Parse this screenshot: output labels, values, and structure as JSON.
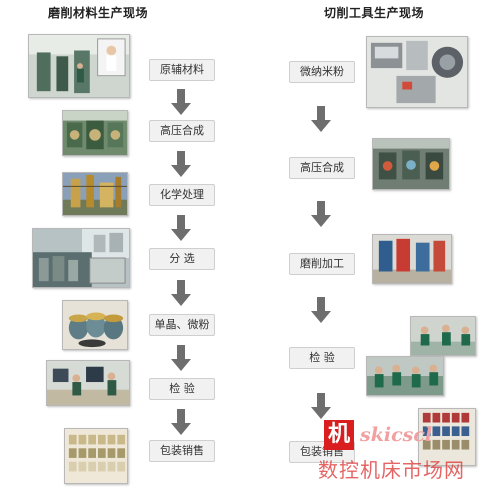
{
  "titles": {
    "left": "磨削材料生产现场",
    "right": "切削工具生产现场"
  },
  "left_steps": [
    "原辅材料",
    "高压合成",
    "化学处理",
    "分 选",
    "单晶、微粉",
    "检 验",
    "包装销售"
  ],
  "right_steps": [
    "微纳米粉",
    "高压合成",
    "磨削加工",
    "检 验",
    "包装销售"
  ],
  "watermark": {
    "badge": "机",
    "url": "skicscl",
    "text": "数控机床市场网"
  },
  "colors": {
    "arrow": "#6e6e6e",
    "box_bg": "#f1f1f1",
    "box_border": "#cfcfcf",
    "watermark_red": "#d81e1e"
  }
}
